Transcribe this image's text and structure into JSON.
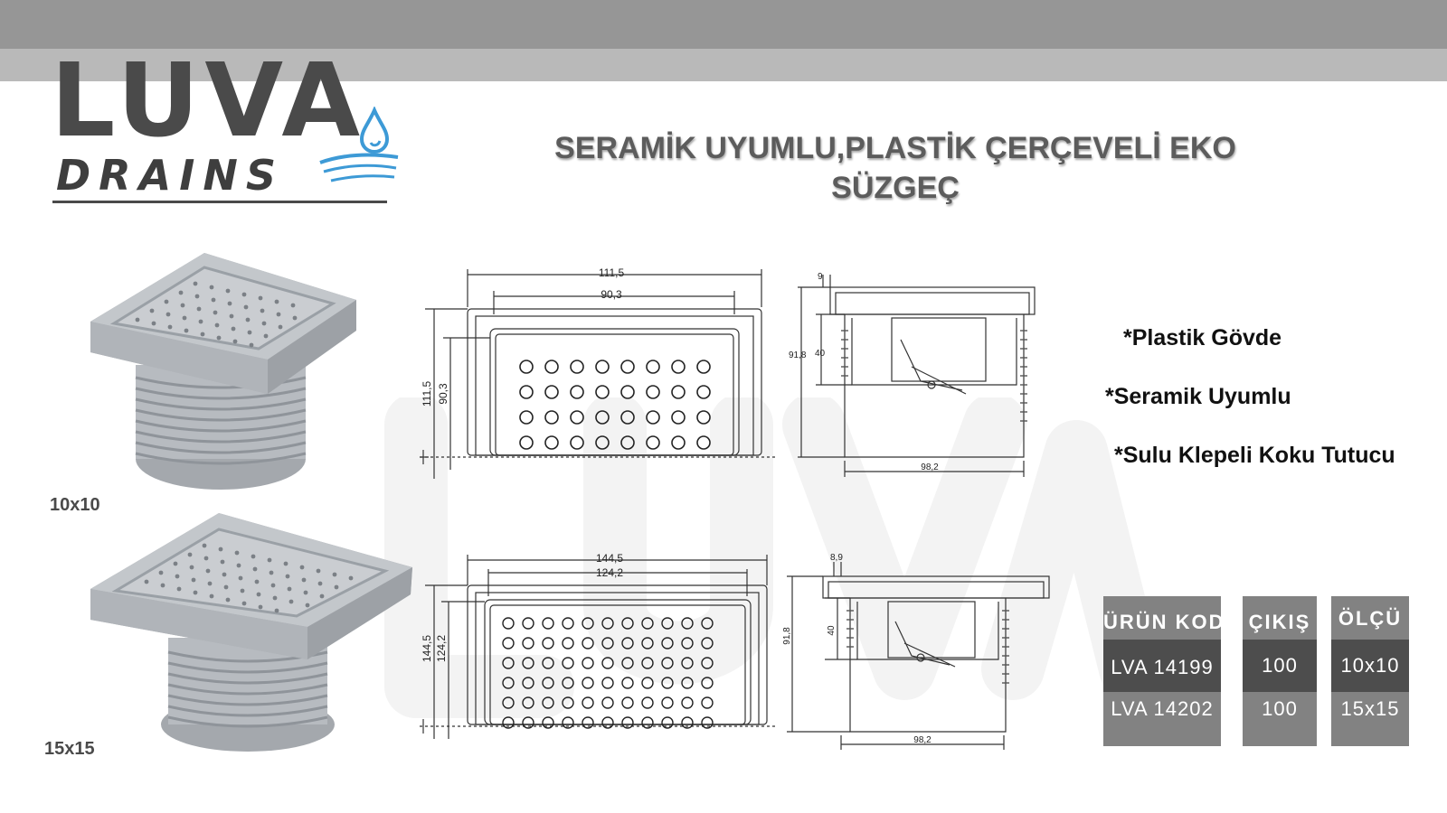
{
  "brand": {
    "name": "LUVA",
    "sub": "DRAINS"
  },
  "title": "SERAMİK UYUMLU,PLASTİK ÇERÇEVELİ EKO SÜZGEÇ",
  "products": [
    {
      "size": "10x10"
    },
    {
      "size": "15x15"
    }
  ],
  "drawing_top": {
    "front": {
      "outer_w": "111,5",
      "inner_w": "90,3",
      "outer_h": "111,5",
      "inner_h": "90,3"
    },
    "side": {
      "top_dim": "9",
      "height": "91,8",
      "depth": "40",
      "width": "98,2"
    }
  },
  "drawing_bottom": {
    "front": {
      "outer_w": "144,5",
      "inner_w": "124,2",
      "outer_h": "144,5",
      "inner_h": "124,2"
    },
    "side": {
      "top_dim": "8,9",
      "height": "91,8",
      "depth": "40",
      "width": "98,2"
    }
  },
  "features": [
    "*Plastik Gövde",
    "*Seramik Uyumlu",
    "*Sulu Klepeli Koku Tutucu"
  ],
  "table": {
    "headers": [
      "ÜRÜN KOD",
      "ÇIKIŞ",
      "ÖLÇÜ"
    ],
    "rows": [
      [
        "LVA 14199",
        "100",
        "10x10"
      ],
      [
        "LVA 14202",
        "100",
        "15x15"
      ]
    ]
  },
  "colors": {
    "band_dark": "#969696",
    "band_light": "#b9b9b9",
    "logo": "#4a4a4a",
    "water": "#3d9ad6",
    "table": "#828282",
    "table_dark": "#4d4d4d"
  }
}
